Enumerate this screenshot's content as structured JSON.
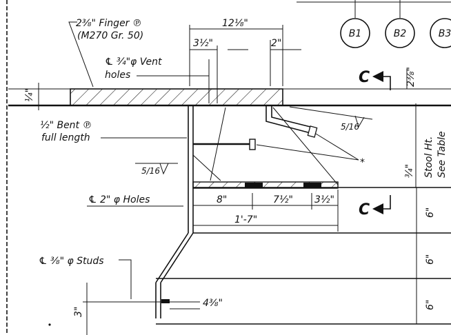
{
  "labels": {
    "finger_plate": "2⅜\" Finger ℗",
    "finger_spec": "(M270 Gr. 50)",
    "vent_holes_1": "℄ ¾\"φ Vent",
    "vent_holes_2": "holes",
    "bent_plate_1": "½\" Bent ℗",
    "bent_plate_2": "full length",
    "holes": "℄ 2\" φ Holes",
    "studs": "℄ ⅜\" φ Studs",
    "stool_1": "Stool Ht.",
    "stool_2": "See Table",
    "weld_5_16_a": "5/16",
    "weld_5_16_b": "5/16",
    "asterisk": "*",
    "section_cut_1": "C",
    "section_cut_2": "C"
  },
  "dimensions": {
    "d12_1_8": "12⅛\"",
    "d3_1_2": "3½\"",
    "d2": "2\"",
    "d2_3_8": "2⅜\"",
    "d1_4": "¼\"",
    "d3_4": "¾\"",
    "d8": "8\"",
    "d7_1_2": "7½\"",
    "d3_1_2_b": "3½\"",
    "d1_7": "1'-7\"",
    "d6_a": "6\"",
    "d6_b": "6\"",
    "d6_c": "6\"",
    "d4_3_8": "4⅜\"",
    "d3": "3\""
  },
  "grid_bubbles": [
    "B1",
    "B2",
    "B3"
  ]
}
